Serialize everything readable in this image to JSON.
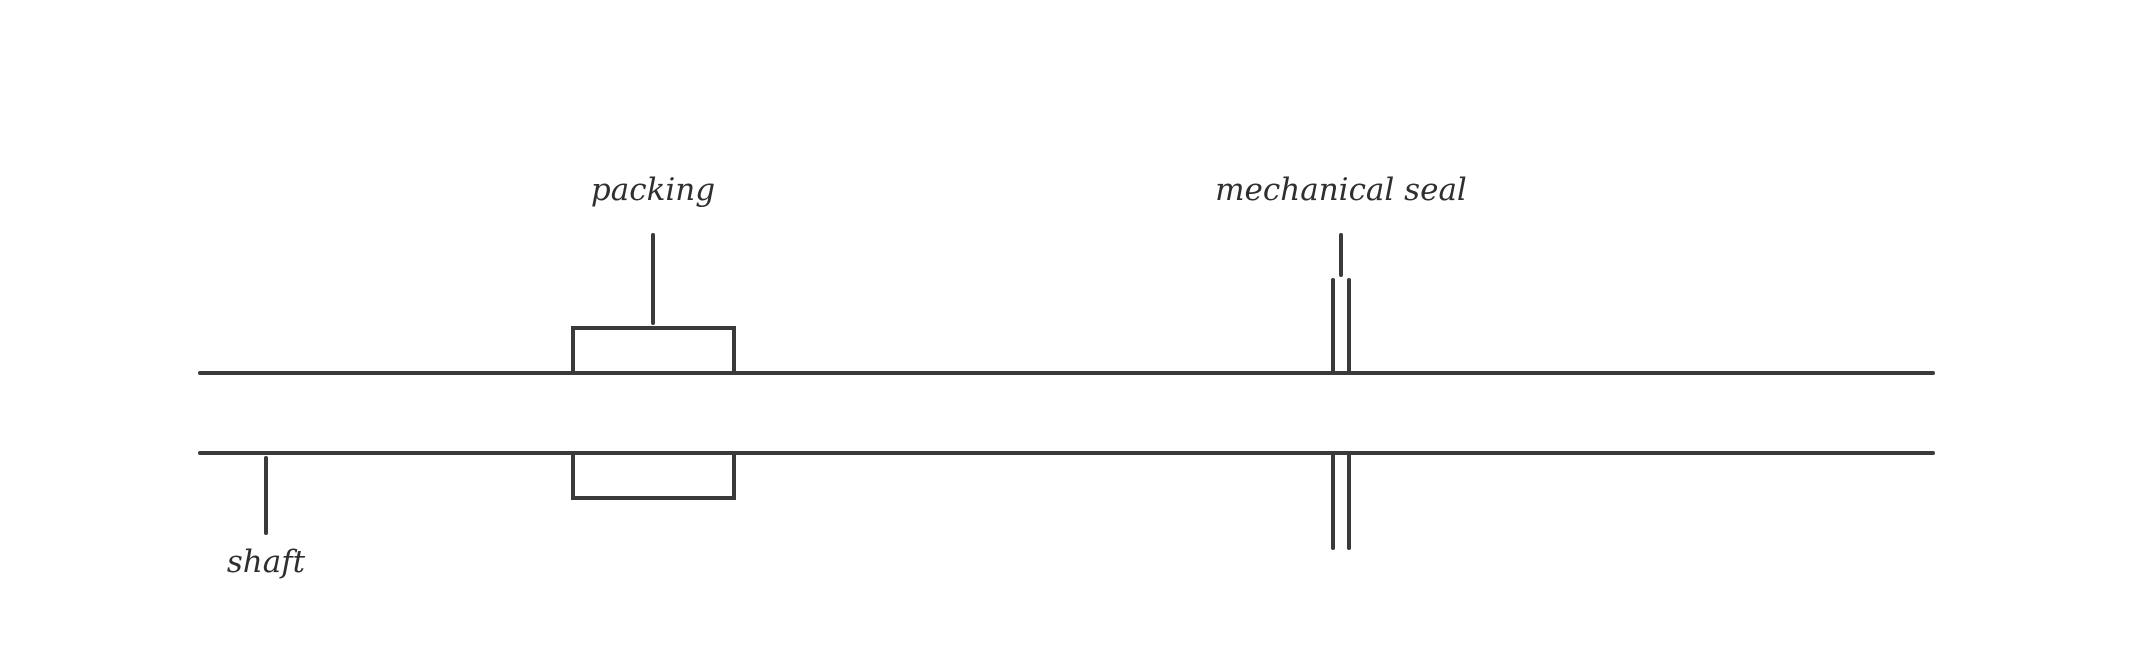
{
  "labels": {
    "packing": "packing",
    "mechanical_seal": "mechanical seal",
    "shaft": "shaft"
  },
  "colors": {
    "line": "#3a3a3a",
    "text": "#2f2f2f",
    "background": "#ffffff"
  }
}
